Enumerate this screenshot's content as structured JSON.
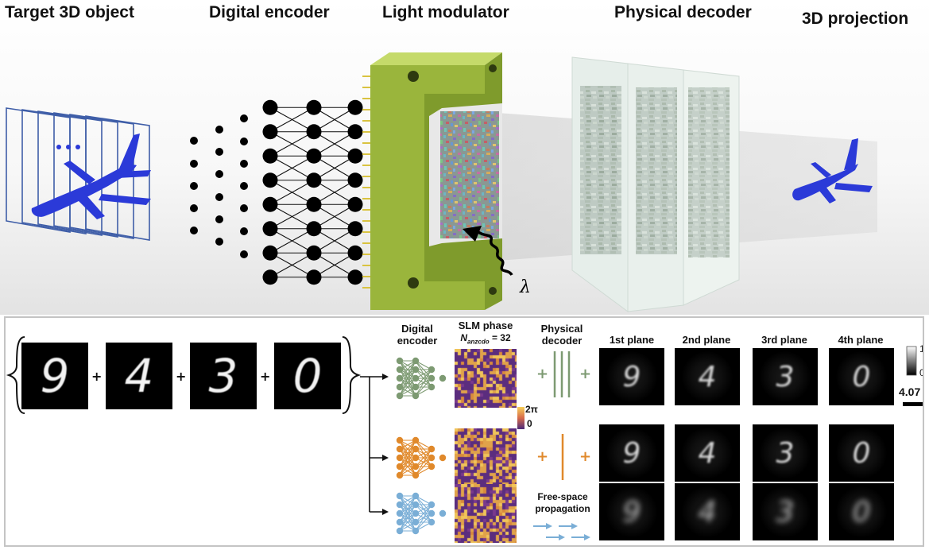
{
  "top": {
    "titles": {
      "target": "Target 3D object",
      "encoder": "Digital  encoder",
      "modulator": "Light modulator",
      "decoder": "Physical decoder",
      "projection": "3D projection"
    },
    "lambda": "λ"
  },
  "bottom": {
    "headers": {
      "encoder": "Digital\nencoder",
      "slm_phase": "SLM phase",
      "n_label_main": "N",
      "n_label_sub": "anzcdo",
      "n_value": "= 32",
      "decoder": "Physical\ndecoder",
      "plane1": "1st plane",
      "plane2": "2nd plane",
      "plane3": "3rd plane",
      "plane4": "4th plane"
    },
    "input_digits": [
      "9",
      "4",
      "3",
      "0"
    ],
    "plus_sign": "+",
    "phase_scale": {
      "max": "2π",
      "min": "0"
    },
    "intensity_scale": {
      "max": "1",
      "min": "0",
      "scalebar": "4.07"
    },
    "free_space": "Free-space\npropagation",
    "colors": {
      "row1": "#7d9a72",
      "row2": "#e0892b",
      "row3": "#7aaed6",
      "modulator": "#9ab53c"
    }
  }
}
